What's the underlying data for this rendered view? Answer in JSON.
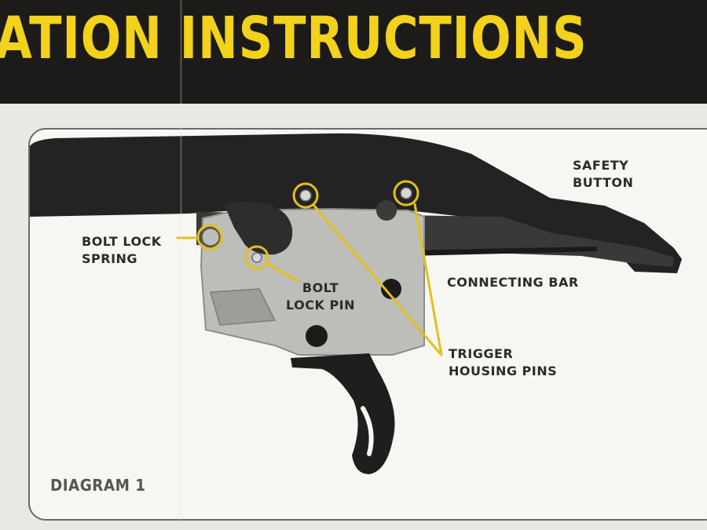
{
  "header": {
    "title": "ATION INSTRUCTIONS"
  },
  "diagram": {
    "caption": "DIAGRAM 1",
    "labels": {
      "safety_button": [
        "SAFETY",
        "BUTTON"
      ],
      "bolt_lock_spring": [
        "BOLT LOCK",
        "SPRING"
      ],
      "bolt_lock_pin": [
        "BOLT",
        "LOCK PIN"
      ],
      "connecting_bar": "CONNECTING BAR",
      "trigger_housing_pins": [
        "TRIGGER",
        "HOUSING PINS"
      ]
    }
  },
  "colors": {
    "banner_background": "#1c1b1a",
    "title": "#f2d21a",
    "callout": "#e3c01a",
    "panel_border": "#6a6a6a",
    "label_text": "#2b2b2b"
  }
}
